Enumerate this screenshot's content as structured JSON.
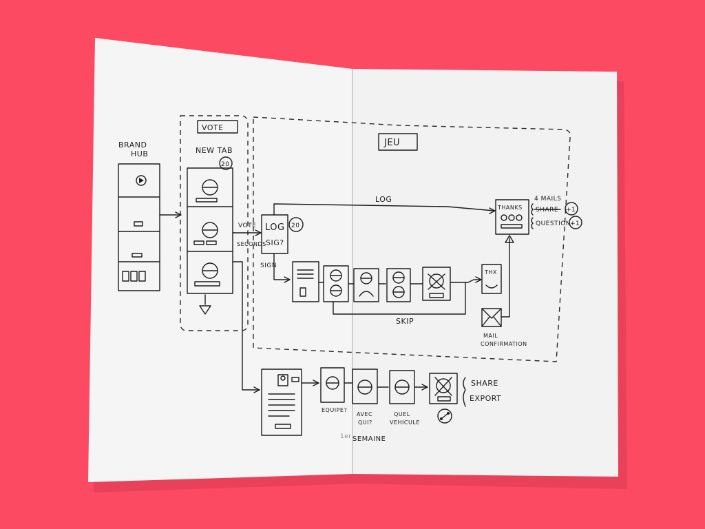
{
  "colors": {
    "background": "#fb4a61",
    "paper": "#f4f4f4",
    "ink": "#1c1c1c"
  },
  "labels": {
    "brand_hub_1": "BRAND",
    "brand_hub_2": "HUB",
    "vote": "VOTE",
    "new_tab": "NEW TAB",
    "new_tab_badge": "20",
    "jeu": "JEU",
    "log": "LOG",
    "vote_small": "VOTE",
    "seconds": "SECONDS",
    "log_sig_1": "LOG",
    "log_sig_2": "SIG?",
    "log_sig_badge": "20",
    "sign": "SIGN",
    "thanks": "THANKS",
    "four_mails": "4 MAILS",
    "share_struck": "SHARE",
    "plus_one_a": "+1",
    "question": "QUESTION",
    "plus_one_b": "+1",
    "thx": "THX",
    "skip": "SKIP",
    "mail": "MAIL",
    "confirmation": "CONFIRMATION",
    "equipe": "EQUIPE?",
    "avec": "AVEC",
    "qui": "QUI?",
    "quel": "QUEL",
    "vehicule": "VEHICULE",
    "share": "SHARE",
    "export": "EXPORT",
    "semaine_prefix": "1er",
    "semaine": "SEMAINE"
  }
}
